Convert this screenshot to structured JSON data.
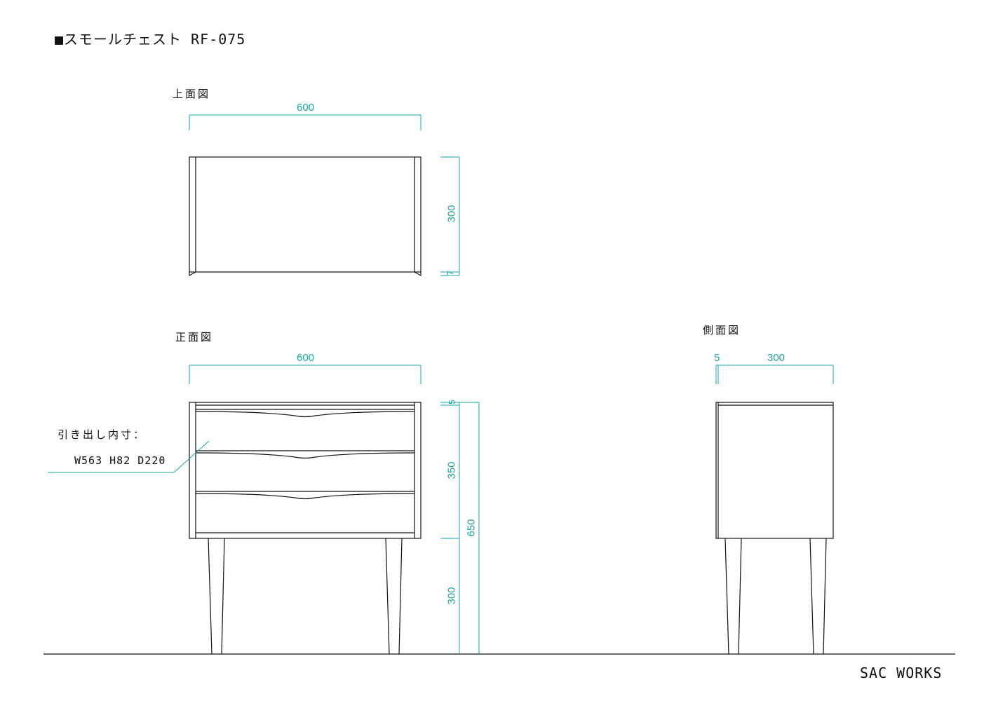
{
  "title": "■スモールチェスト RF-075",
  "brand": "SAC WORKS",
  "colors": {
    "line": "#111111",
    "dimension": "#1aa6a6",
    "background": "#ffffff"
  },
  "views": {
    "top": {
      "label": "上面図",
      "dims": {
        "width": "600",
        "depth": "300",
        "lip": "7"
      }
    },
    "front": {
      "label": "正面図",
      "dims": {
        "width": "600",
        "top_board": "5",
        "body": "350",
        "legs": "300",
        "total": "650"
      },
      "drawer_count": 3
    },
    "side": {
      "label": "側面図",
      "dims": {
        "back_gap": "5",
        "depth": "300"
      }
    }
  },
  "drawer_note": {
    "label": "引き出し内寸：",
    "value": "W563 H82 D220"
  }
}
